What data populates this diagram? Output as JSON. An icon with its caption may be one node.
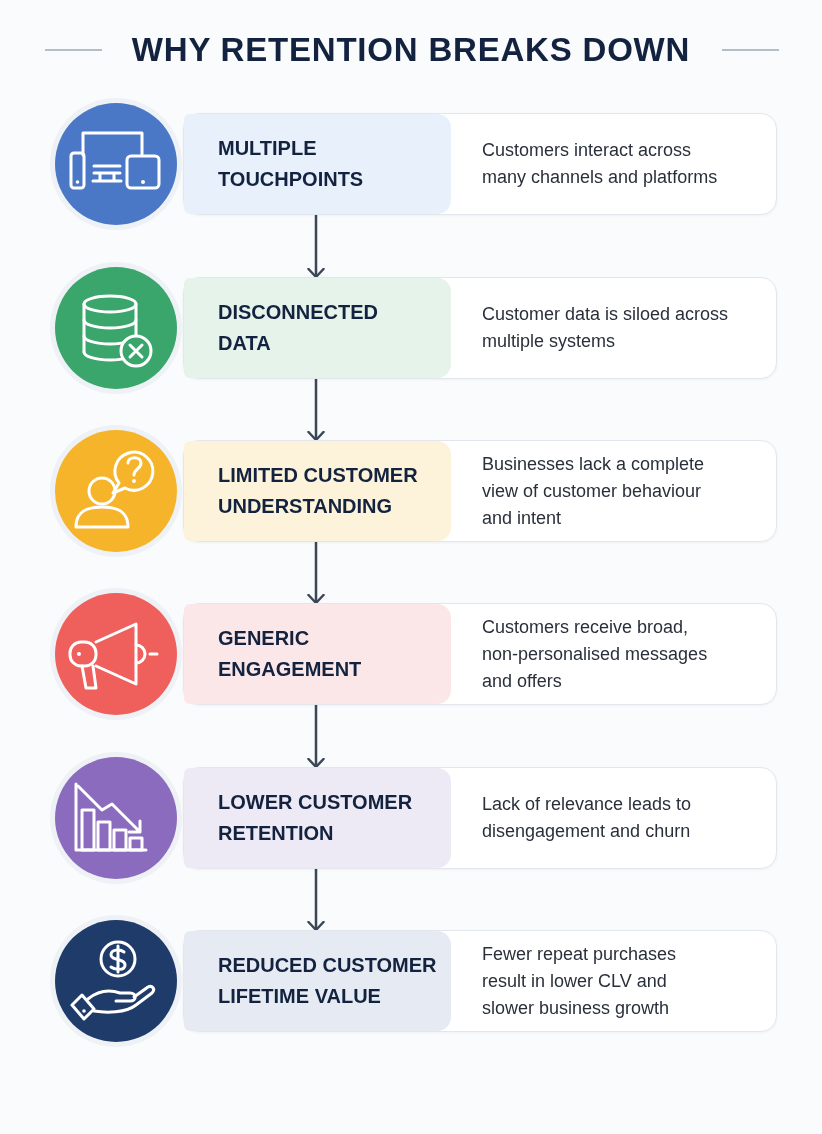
{
  "diagram": {
    "title": "WHY RETENTION BREAKS DOWN",
    "nodes": [
      {
        "text": [
          "MULTIPLE TOUCHPOINTS",
          "Customers interact across many channels and platforms"
        ]
      },
      {
        "text": [
          "DISCONNECTED DATA",
          "Customer data is siloed across multiple systems"
        ]
      },
      {
        "text": [
          "LIMITED CUSTOMER UNDERSTANDING",
          "Businesses lack a complete view of customer behaviour and intent"
        ]
      },
      {
        "text": [
          "GENERIC ENGAGEMENT",
          "Customers receive broad, non-personalised messages and offers"
        ]
      },
      {
        "text": [
          "LOWER CUSTOMER RETENTION",
          "Lack of relevance leads to disengagement and churn"
        ]
      },
      {
        "text": [
          "REDUCED CUSTOMER LIFETIME VALUE",
          "Fewer repeat purchases result in lower CLV and slower business growth"
        ]
      }
    ],
    "edges": [
      {
        "from": 0,
        "to": 1,
        "arrow": "to"
      },
      {
        "from": 1,
        "to": 2,
        "arrow": "to"
      },
      {
        "from": 2,
        "to": 3,
        "arrow": "to"
      },
      {
        "from": 3,
        "to": 4,
        "arrow": "to"
      },
      {
        "from": 4,
        "to": 5,
        "arrow": "to"
      }
    ]
  }
}
